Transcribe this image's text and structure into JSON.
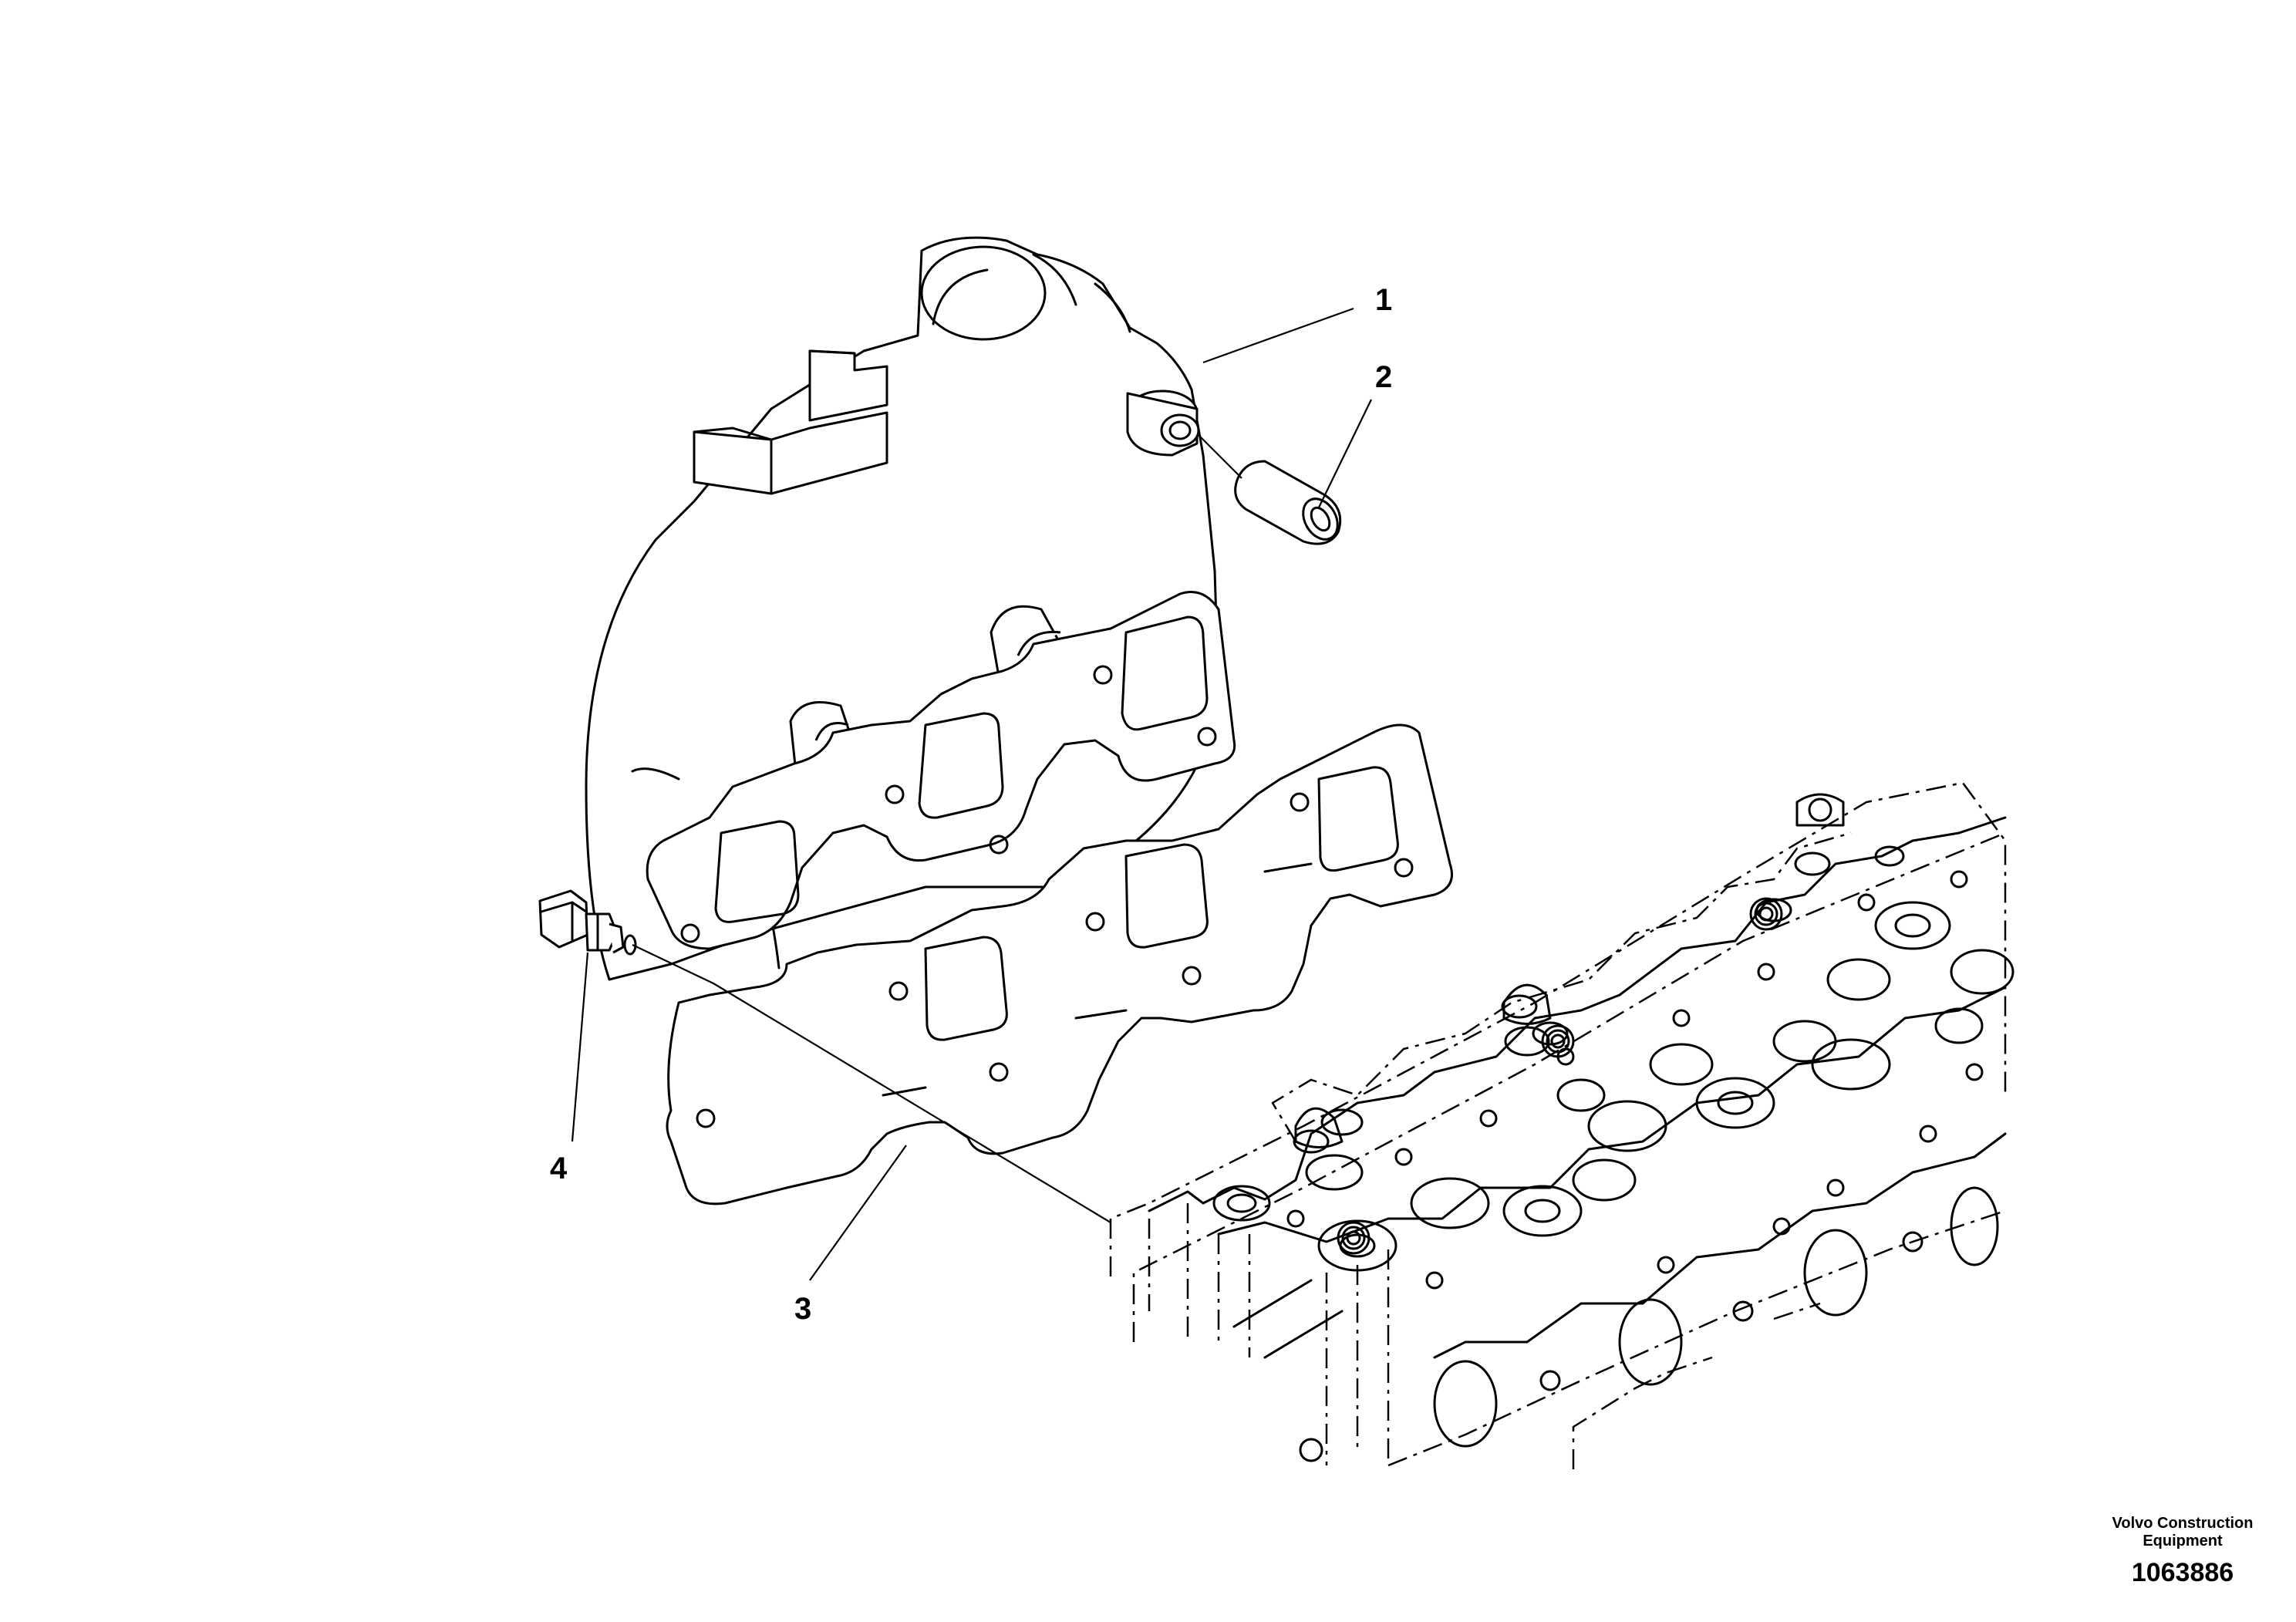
{
  "callouts": {
    "c1": "1",
    "c2": "2",
    "c3": "3",
    "c4": "4"
  },
  "imprint": {
    "company_line1": "Volvo Construction",
    "company_line2": "Equipment",
    "figure_number": "1063886"
  }
}
